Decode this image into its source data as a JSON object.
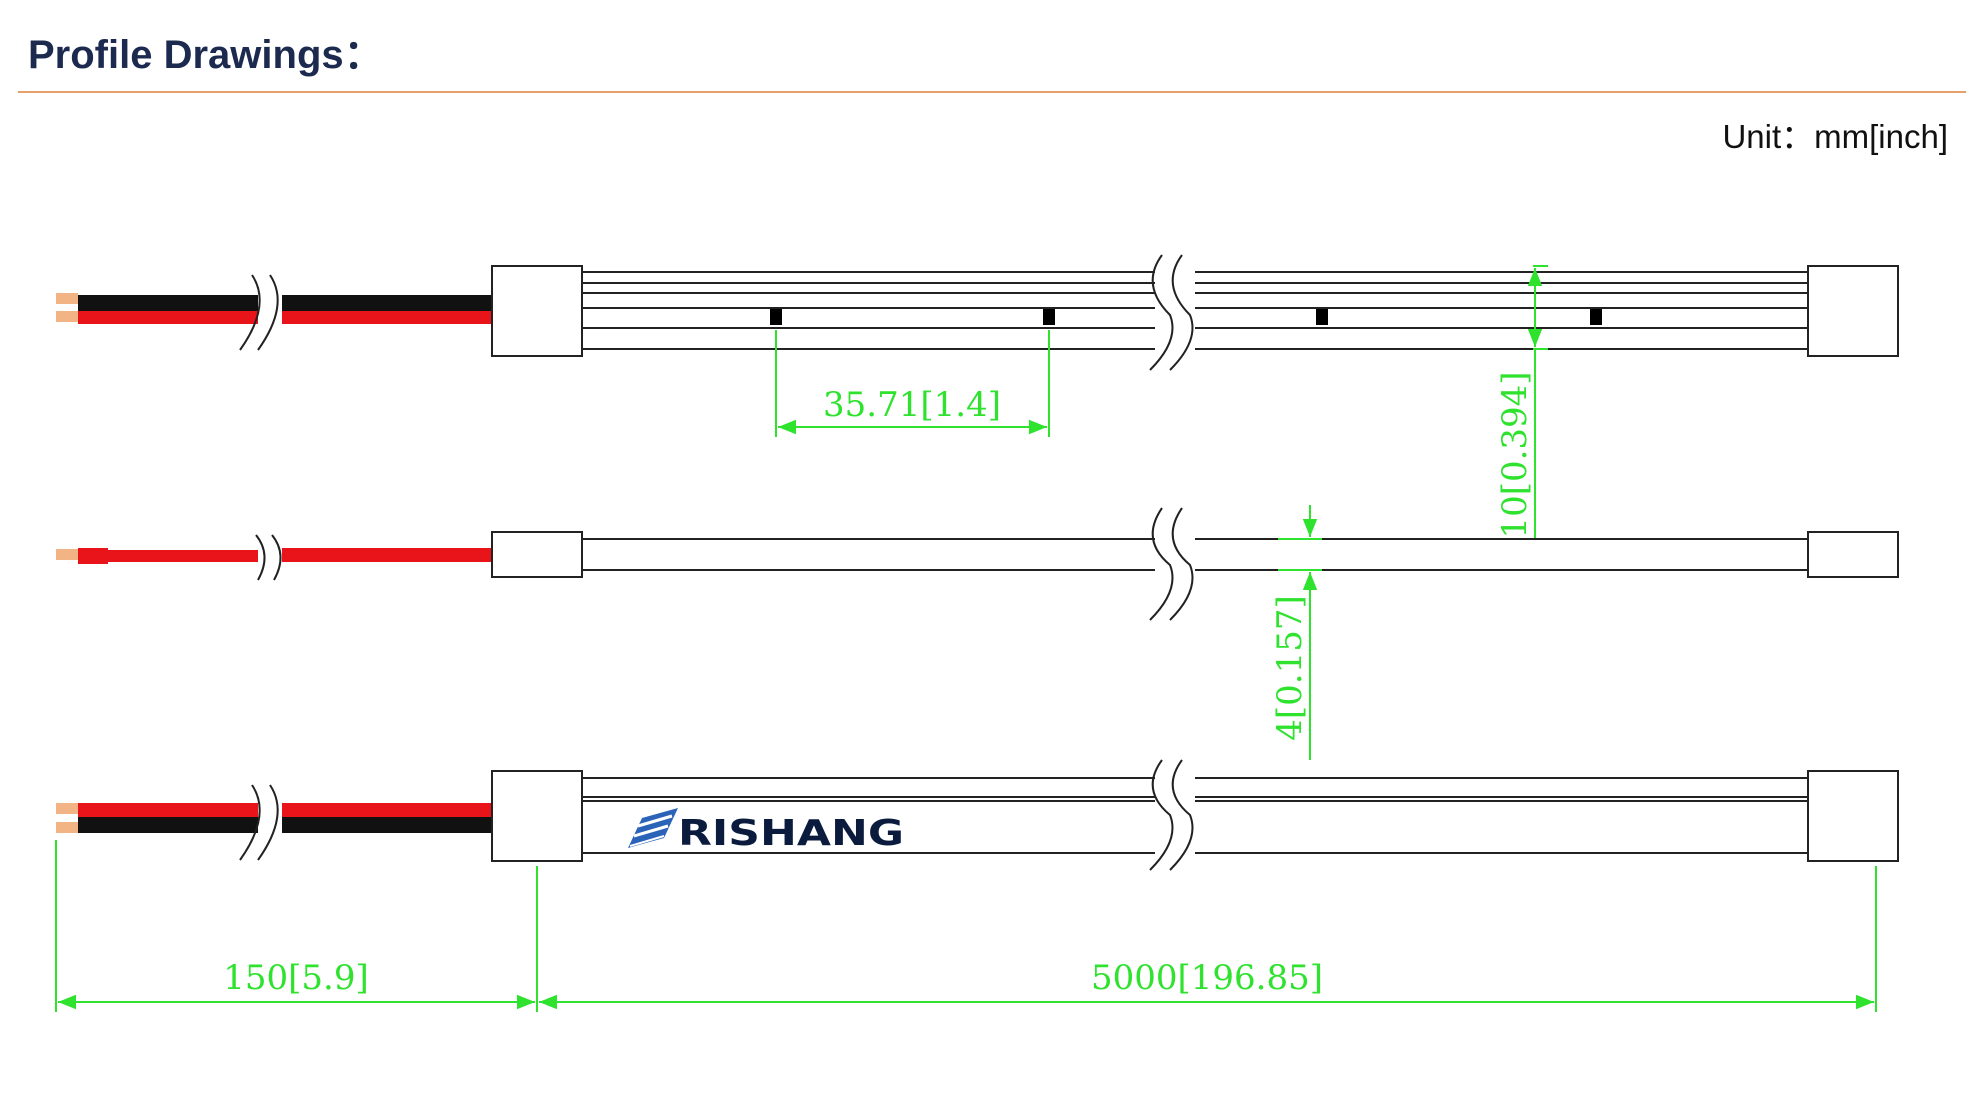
{
  "header": {
    "title": "Profile Drawings："
  },
  "unit_label": "Unit：mm[inch]",
  "dimensions": {
    "led_pitch": "35.71[1.4]",
    "width": "10[0.394]",
    "height": "4[0.157]",
    "wire_length": "150[5.9]",
    "strip_length": "5000[196.85]"
  },
  "brand": {
    "name": "RISHANG"
  },
  "colors": {
    "wire_red": "#e8141a",
    "wire_black": "#111111",
    "copper_tip": "#f2b385",
    "dimension_green": "#2ee22e",
    "title_navy": "#1b2a4e",
    "divider_orange": "#e8a06b",
    "brand_blue": "#2a63b8"
  }
}
